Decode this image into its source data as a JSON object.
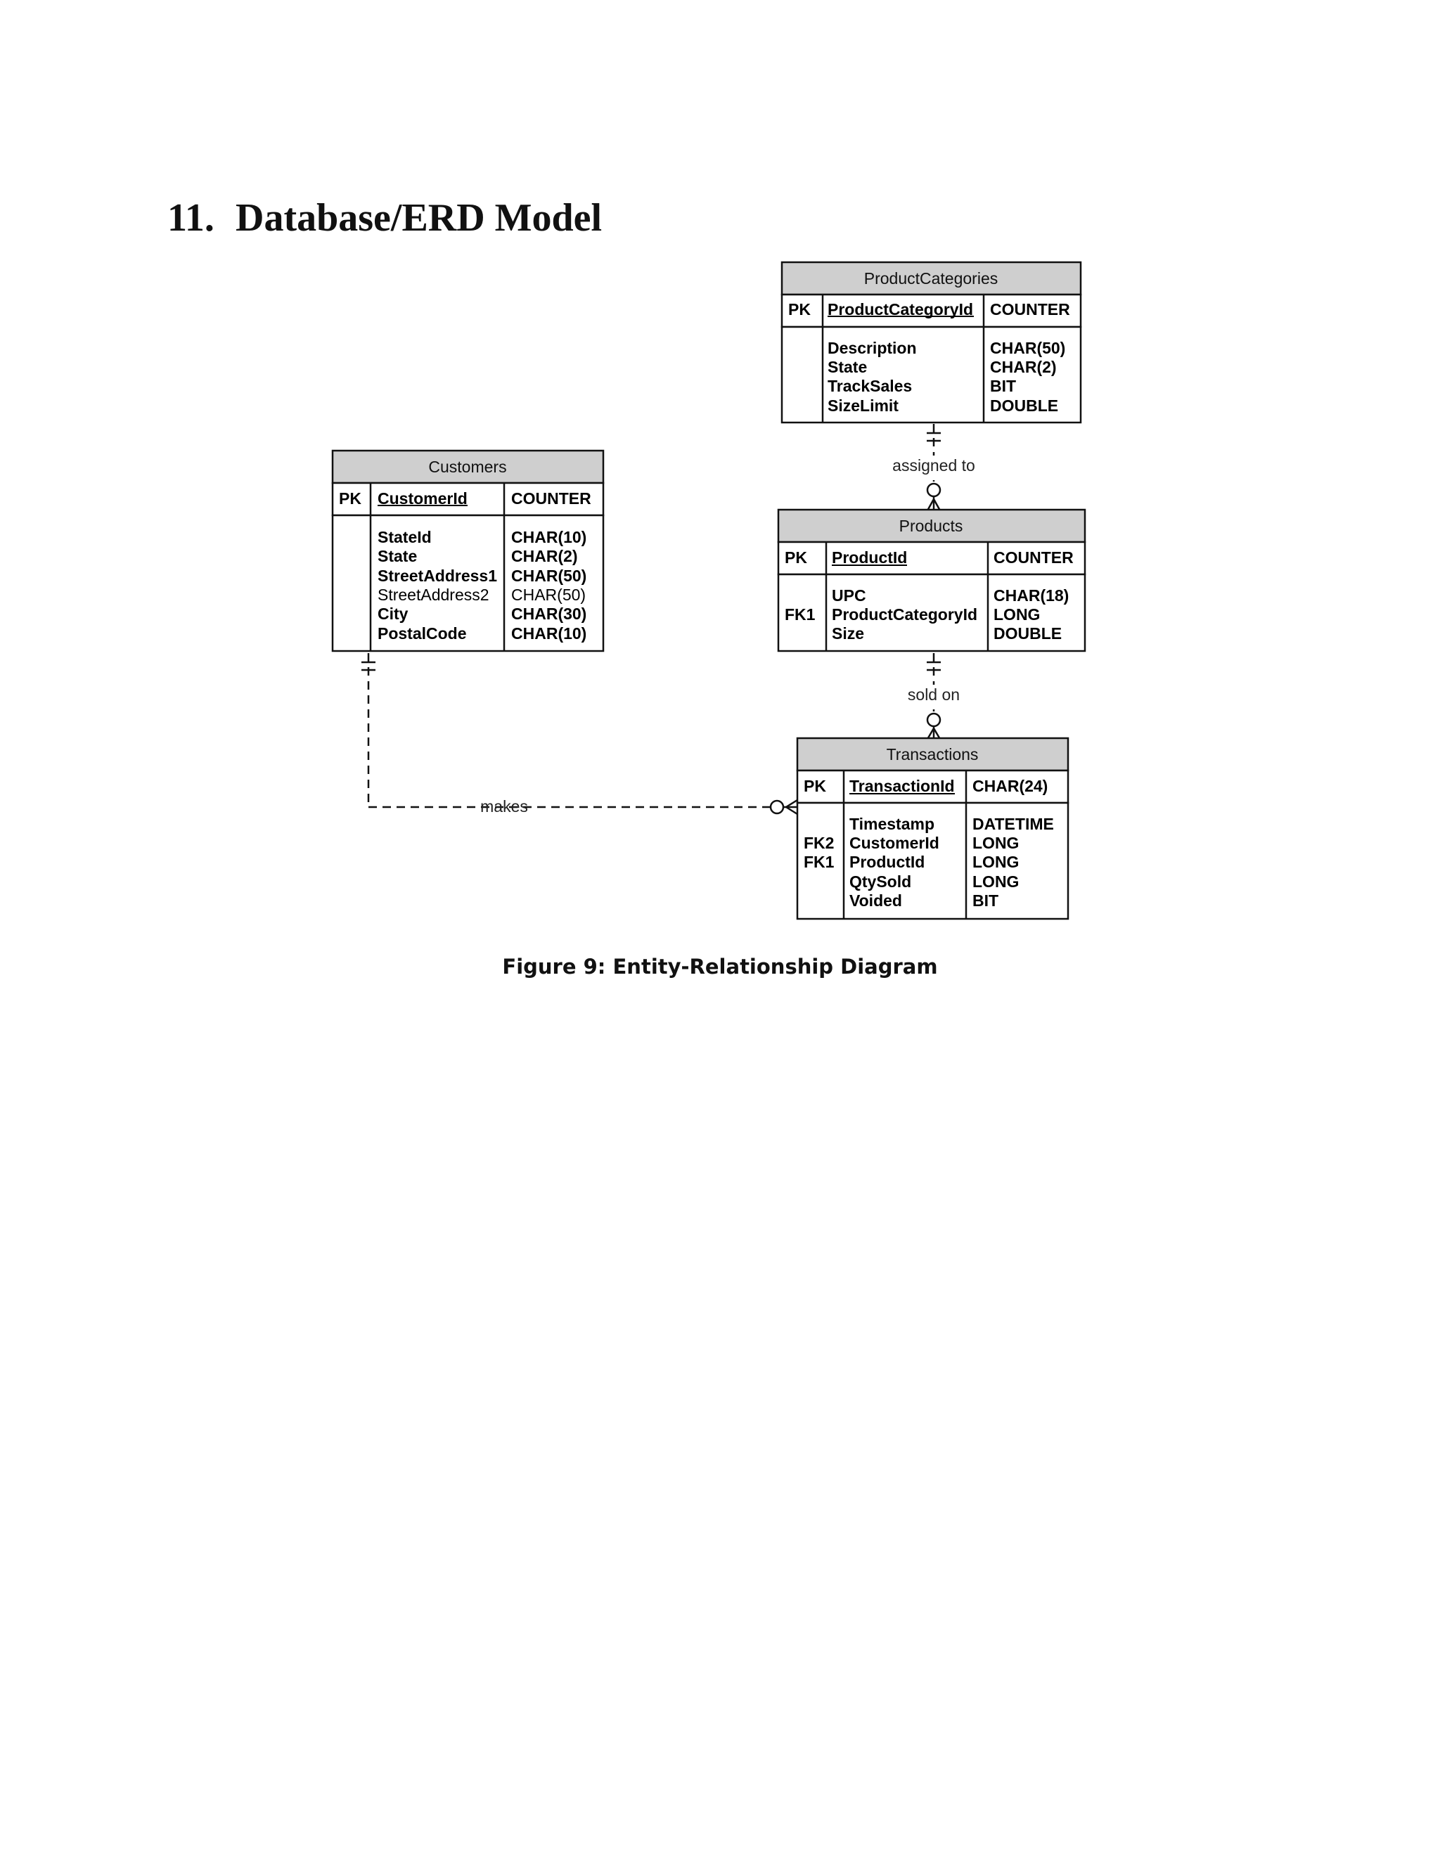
{
  "heading": {
    "number": "11.",
    "text": "Database/ERD Model"
  },
  "caption": "Figure 9: Entity-Relationship Diagram",
  "entities": {
    "product_categories": {
      "name": "ProductCategories",
      "pk": {
        "key": "PK",
        "name": "ProductCategoryId",
        "type": "COUNTER"
      },
      "attributes": [
        {
          "key": "",
          "name": "Description",
          "type": "CHAR(50)",
          "bold": true
        },
        {
          "key": "",
          "name": "State",
          "type": "CHAR(2)",
          "bold": true
        },
        {
          "key": "",
          "name": "TrackSales",
          "type": "BIT",
          "bold": true
        },
        {
          "key": "",
          "name": "SizeLimit",
          "type": "DOUBLE",
          "bold": true
        }
      ]
    },
    "customers": {
      "name": "Customers",
      "pk": {
        "key": "PK",
        "name": "CustomerId",
        "type": "COUNTER"
      },
      "attributes": [
        {
          "key": "",
          "name": "StateId",
          "type": "CHAR(10)",
          "bold": true
        },
        {
          "key": "",
          "name": "State",
          "type": "CHAR(2)",
          "bold": true
        },
        {
          "key": "",
          "name": "StreetAddress1",
          "type": "CHAR(50)",
          "bold": true
        },
        {
          "key": "",
          "name": "StreetAddress2",
          "type": "CHAR(50)",
          "bold": false
        },
        {
          "key": "",
          "name": "City",
          "type": "CHAR(30)",
          "bold": true
        },
        {
          "key": "",
          "name": "PostalCode",
          "type": "CHAR(10)",
          "bold": true
        }
      ]
    },
    "products": {
      "name": "Products",
      "pk": {
        "key": "PK",
        "name": "ProductId",
        "type": "COUNTER"
      },
      "attributes": [
        {
          "key": "",
          "name": "UPC",
          "type": "CHAR(18)",
          "bold": true
        },
        {
          "key": "FK1",
          "name": "ProductCategoryId",
          "type": "LONG",
          "bold": true
        },
        {
          "key": "",
          "name": "Size",
          "type": "DOUBLE",
          "bold": true
        }
      ]
    },
    "transactions": {
      "name": "Transactions",
      "pk": {
        "key": "PK",
        "name": "TransactionId",
        "type": "CHAR(24)"
      },
      "attributes": [
        {
          "key": "",
          "name": "Timestamp",
          "type": "DATETIME",
          "bold": true
        },
        {
          "key": "FK2",
          "name": "CustomerId",
          "type": "LONG",
          "bold": true
        },
        {
          "key": "FK1",
          "name": "ProductId",
          "type": "LONG",
          "bold": true
        },
        {
          "key": "",
          "name": "QtySold",
          "type": "LONG",
          "bold": true
        },
        {
          "key": "",
          "name": "Voided",
          "type": "BIT",
          "bold": true
        }
      ]
    }
  },
  "relationships": [
    {
      "id": "assigned_to",
      "label": "assigned to",
      "from": "ProductCategories",
      "to": "Products",
      "from_cardinality": "one-and-only-one",
      "to_cardinality": "zero-or-many"
    },
    {
      "id": "sold_on",
      "label": "sold on",
      "from": "Products",
      "to": "Transactions",
      "from_cardinality": "one-and-only-one",
      "to_cardinality": "zero-or-many"
    },
    {
      "id": "makes",
      "label": "makes",
      "from": "Customers",
      "to": "Transactions",
      "from_cardinality": "one-and-only-one",
      "to_cardinality": "zero-or-many"
    }
  ],
  "colors": {
    "header_fill": "#cfcfcf",
    "line": "#111111"
  }
}
